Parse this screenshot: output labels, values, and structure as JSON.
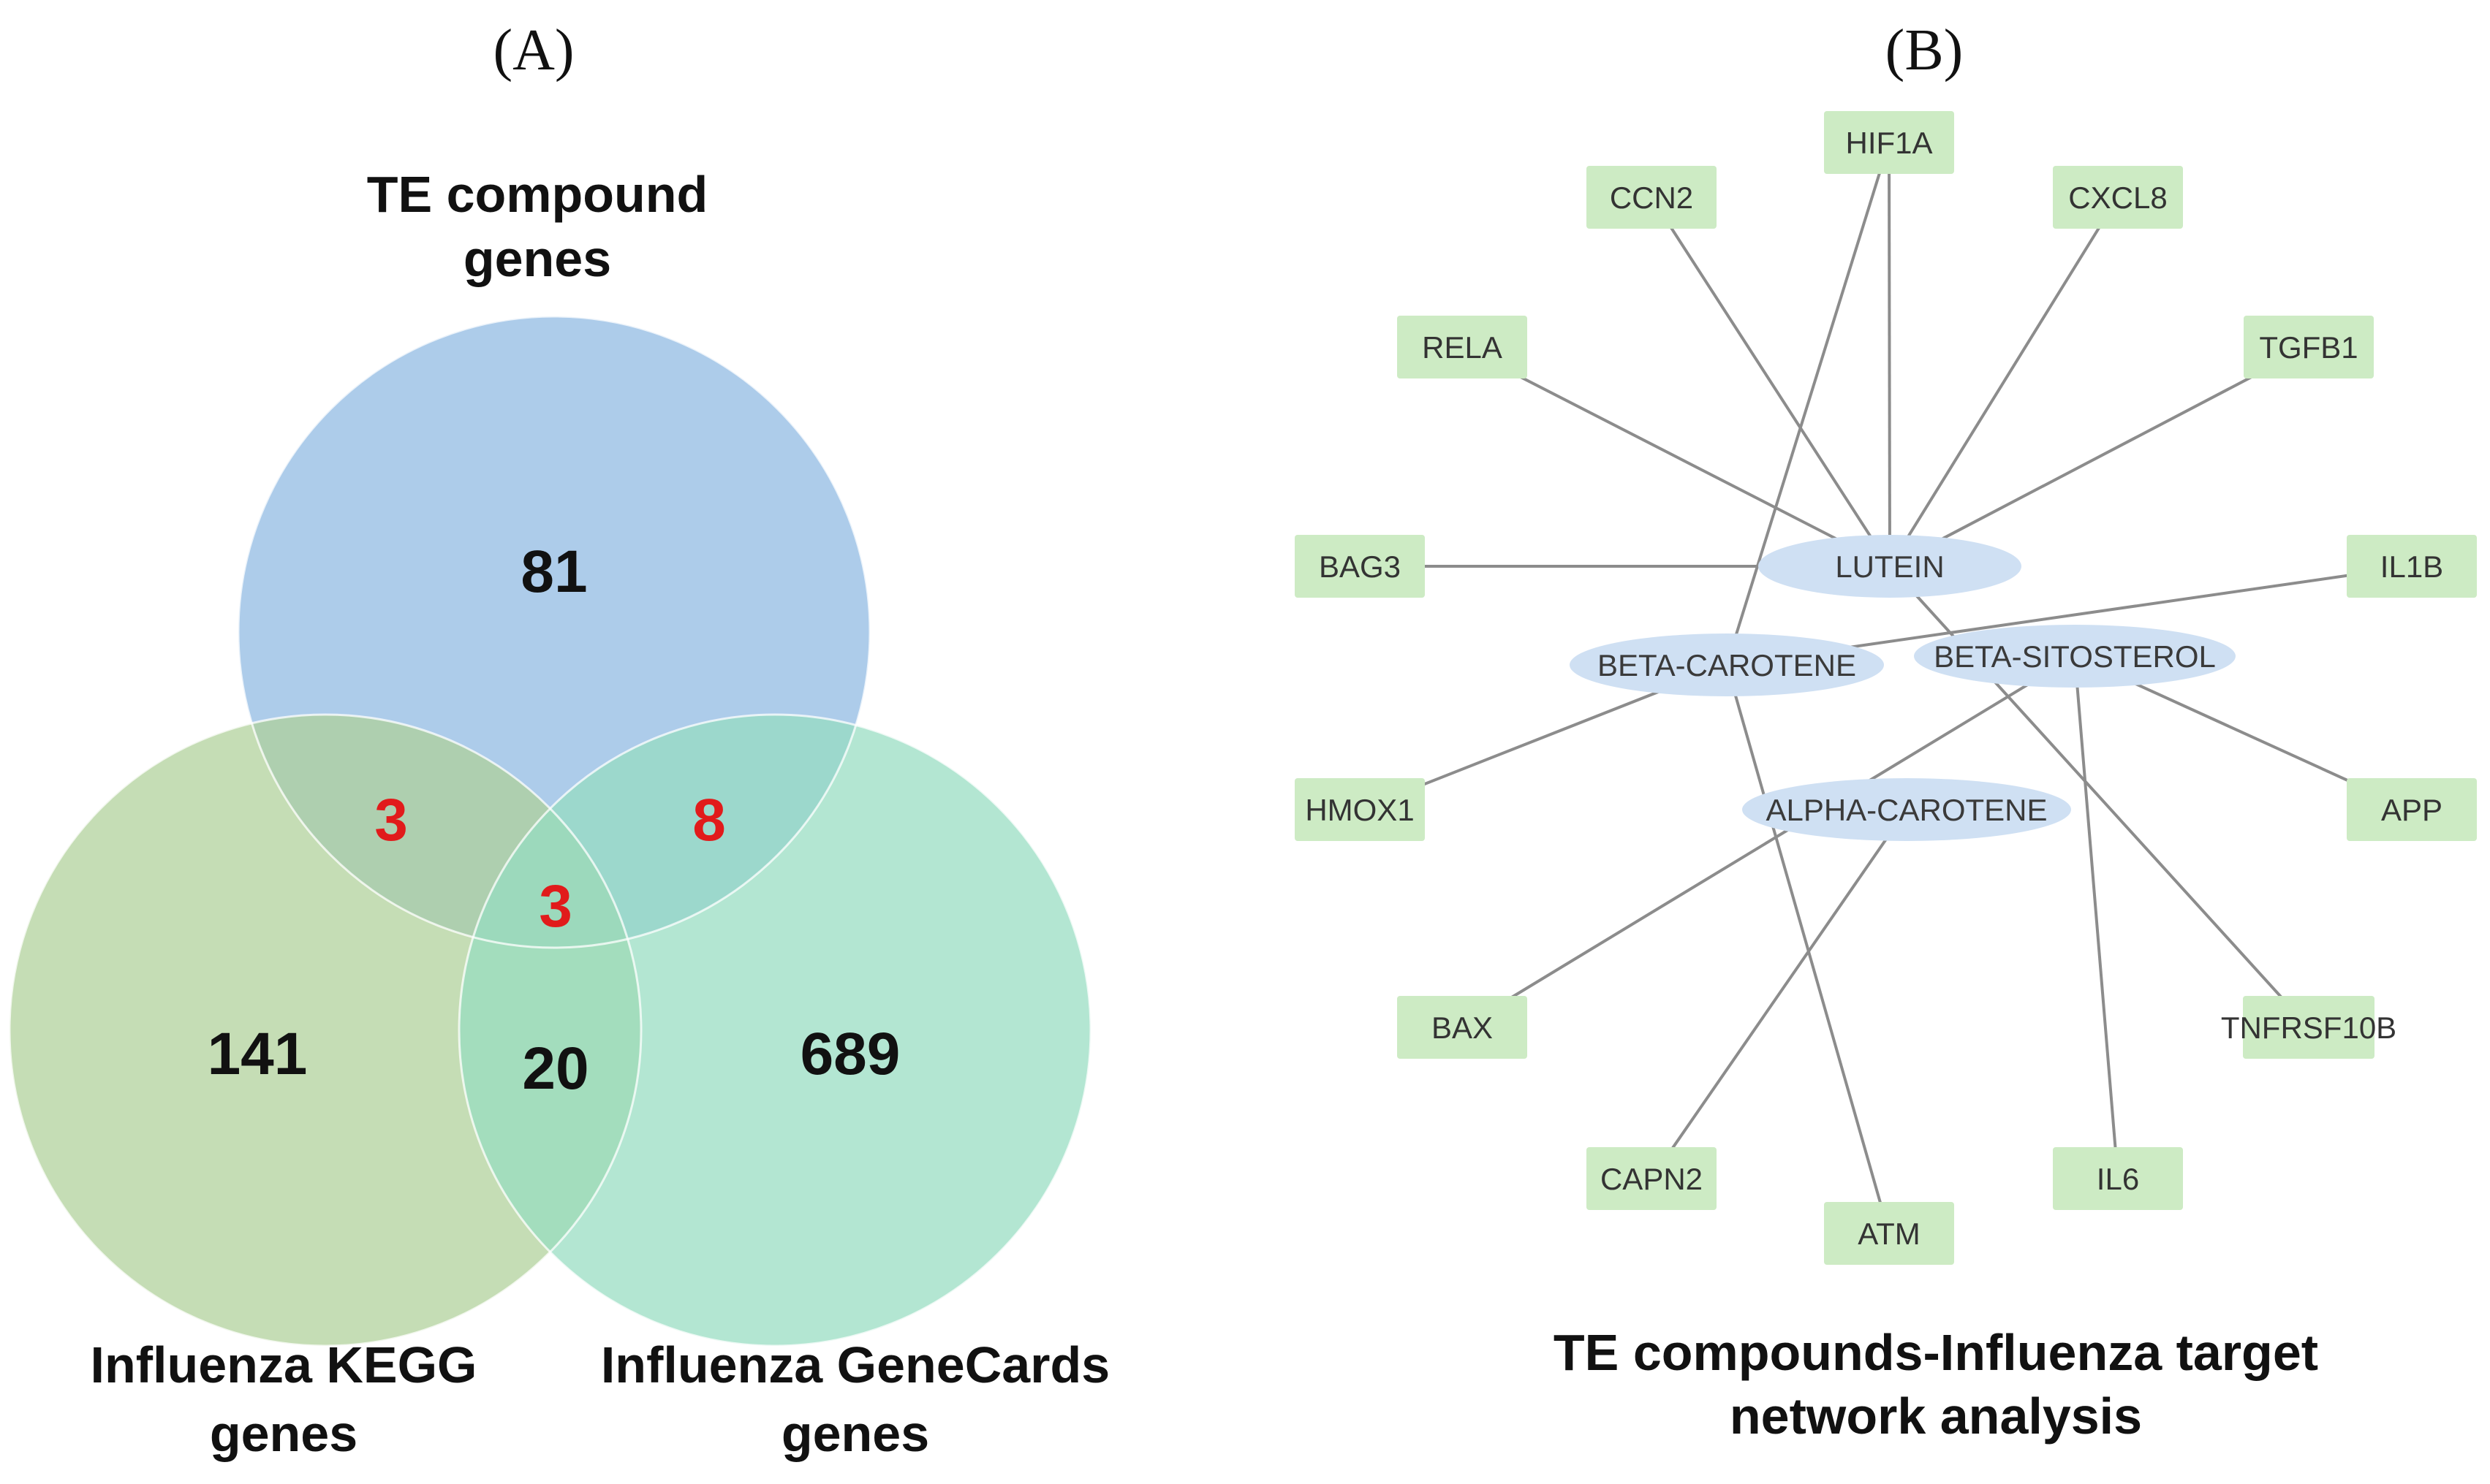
{
  "panels": {
    "a": "(A)",
    "b": "(B)"
  },
  "venn": {
    "sets": [
      {
        "key": "te",
        "label_lines": [
          "TE compound",
          "genes"
        ],
        "color": "#9fc3e6"
      },
      {
        "key": "kegg",
        "label_lines": [
          "Influenza KEGG",
          "genes"
        ],
        "color": "#aed098"
      },
      {
        "key": "genecards",
        "label_lines": [
          "Influenza GeneCards",
          "genes"
        ],
        "color": "#96dcc0"
      }
    ],
    "counts": {
      "te_only": "81",
      "kegg_only": "141",
      "genecards_only": "689",
      "te_kegg": "3",
      "te_genecards": "8",
      "kegg_genecards": "20",
      "all_three": "3"
    },
    "highlight_color": "#e11b1b"
  },
  "network": {
    "title_lines": [
      "TE compounds-Influenza target",
      "network analysis"
    ],
    "gene_color": "#cdebc4",
    "compound_color": "#cfe0f3",
    "compounds": [
      {
        "id": "lutein",
        "label": "LUTEIN"
      },
      {
        "id": "beta_carotene",
        "label": "BETA-CAROTENE"
      },
      {
        "id": "beta_sitosterol",
        "label": "BETA-SITOSTEROL"
      },
      {
        "id": "alpha_carotene",
        "label": "ALPHA-CAROTENE"
      }
    ],
    "genes": [
      {
        "id": "hif1a",
        "label": "HIF1A"
      },
      {
        "id": "ccn2",
        "label": "CCN2"
      },
      {
        "id": "cxcl8",
        "label": "CXCL8"
      },
      {
        "id": "rela",
        "label": "RELA"
      },
      {
        "id": "tgfb1",
        "label": "TGFB1"
      },
      {
        "id": "bag3",
        "label": "BAG3"
      },
      {
        "id": "il1b",
        "label": "IL1B"
      },
      {
        "id": "hmox1",
        "label": "HMOX1"
      },
      {
        "id": "app",
        "label": "APP"
      },
      {
        "id": "bax",
        "label": "BAX"
      },
      {
        "id": "tnfrsf10b",
        "label": "TNFRSF10B"
      },
      {
        "id": "capn2",
        "label": "CAPN2"
      },
      {
        "id": "il6",
        "label": "IL6"
      },
      {
        "id": "atm",
        "label": "ATM"
      }
    ],
    "edges": [
      [
        "lutein",
        "hif1a"
      ],
      [
        "lutein",
        "ccn2"
      ],
      [
        "lutein",
        "cxcl8"
      ],
      [
        "lutein",
        "rela"
      ],
      [
        "lutein",
        "tgfb1"
      ],
      [
        "lutein",
        "bag3"
      ],
      [
        "lutein",
        "tnfrsf10b"
      ],
      [
        "beta_carotene",
        "hif1a"
      ],
      [
        "beta_carotene",
        "il1b"
      ],
      [
        "beta_carotene",
        "hmox1"
      ],
      [
        "beta_carotene",
        "atm"
      ],
      [
        "beta_sitosterol",
        "app"
      ],
      [
        "beta_sitosterol",
        "il6"
      ],
      [
        "beta_sitosterol",
        "bax"
      ],
      [
        "alpha_carotene",
        "capn2"
      ]
    ]
  }
}
